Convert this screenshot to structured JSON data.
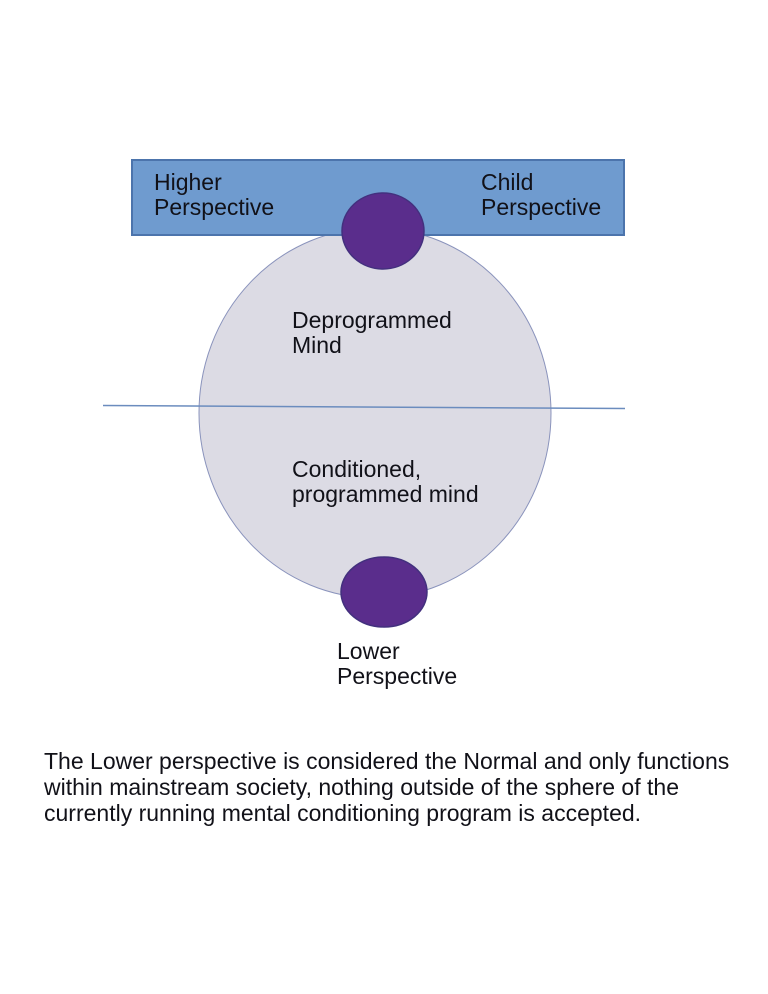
{
  "diagram": {
    "top_bar": {
      "left_label": "Higher\nPerspective",
      "right_label": "Child\nPerspective"
    },
    "sphere": {
      "upper_label": "Deprogrammed\nMind",
      "lower_label": "Conditioned,\nprogrammed mind"
    },
    "lower_node_label": "Lower\nPerspective",
    "caption": "The Lower perspective is considered the Normal and only functions\nwithin mainstream society, nothing outside of the sphere of the\ncurrently running mental conditioning program is accepted."
  },
  "colors": {
    "bar_fill": "#6f9bcf",
    "bar_border": "#4c74ac",
    "sphere_fill": "#dcdbe4",
    "sphere_border": "#8a93bc",
    "node_fill": "#5a2d8c",
    "node_border": "#43307e",
    "divider_line": "#6b8cbe",
    "text": "#111118",
    "background": "#ffffff"
  }
}
